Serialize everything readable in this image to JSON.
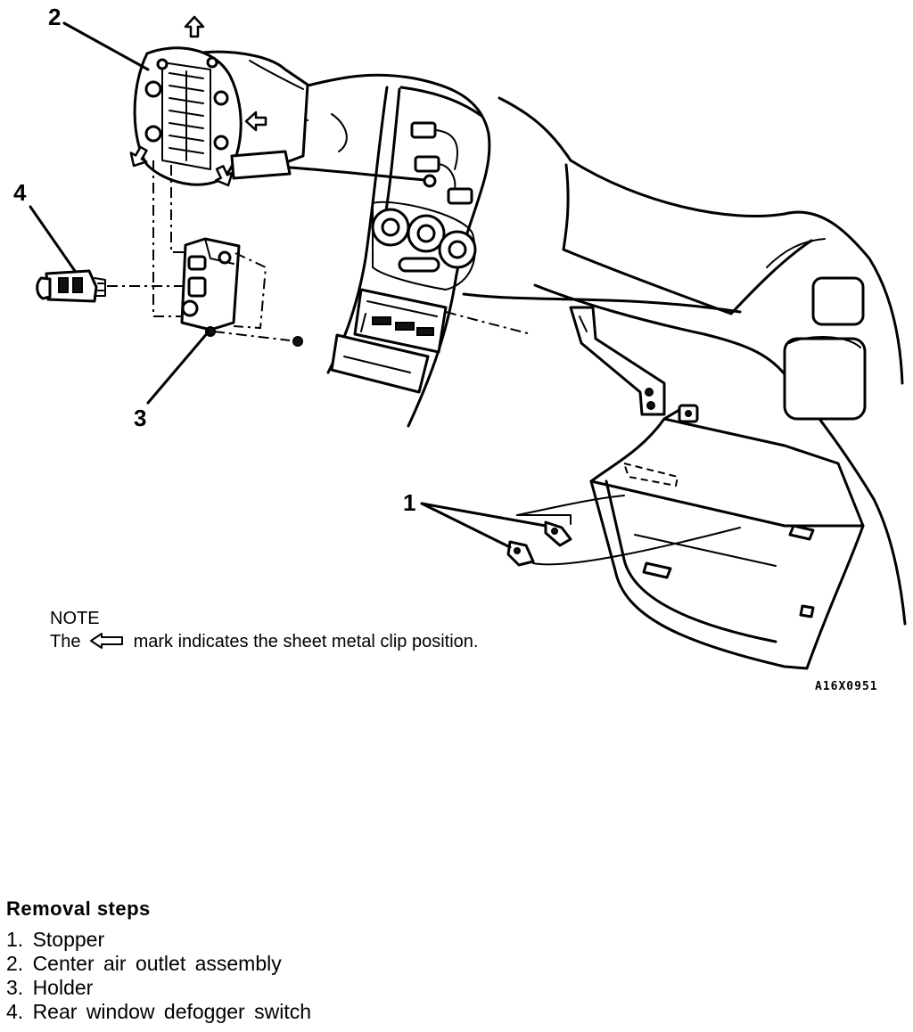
{
  "callouts": {
    "c1": "1",
    "c2": "2",
    "c3": "3",
    "c4": "4"
  },
  "note": {
    "heading": "NOTE",
    "text_before": "The",
    "text_after": "mark indicates the sheet metal clip position.",
    "mark_icon": "hollow-arrow-left-icon"
  },
  "figure_code": "A16X0951",
  "removal": {
    "heading": "Removal steps",
    "steps": [
      "1. Stopper",
      "2. Center air outlet assembly",
      "3. Holder",
      "4. Rear window defogger switch"
    ]
  }
}
